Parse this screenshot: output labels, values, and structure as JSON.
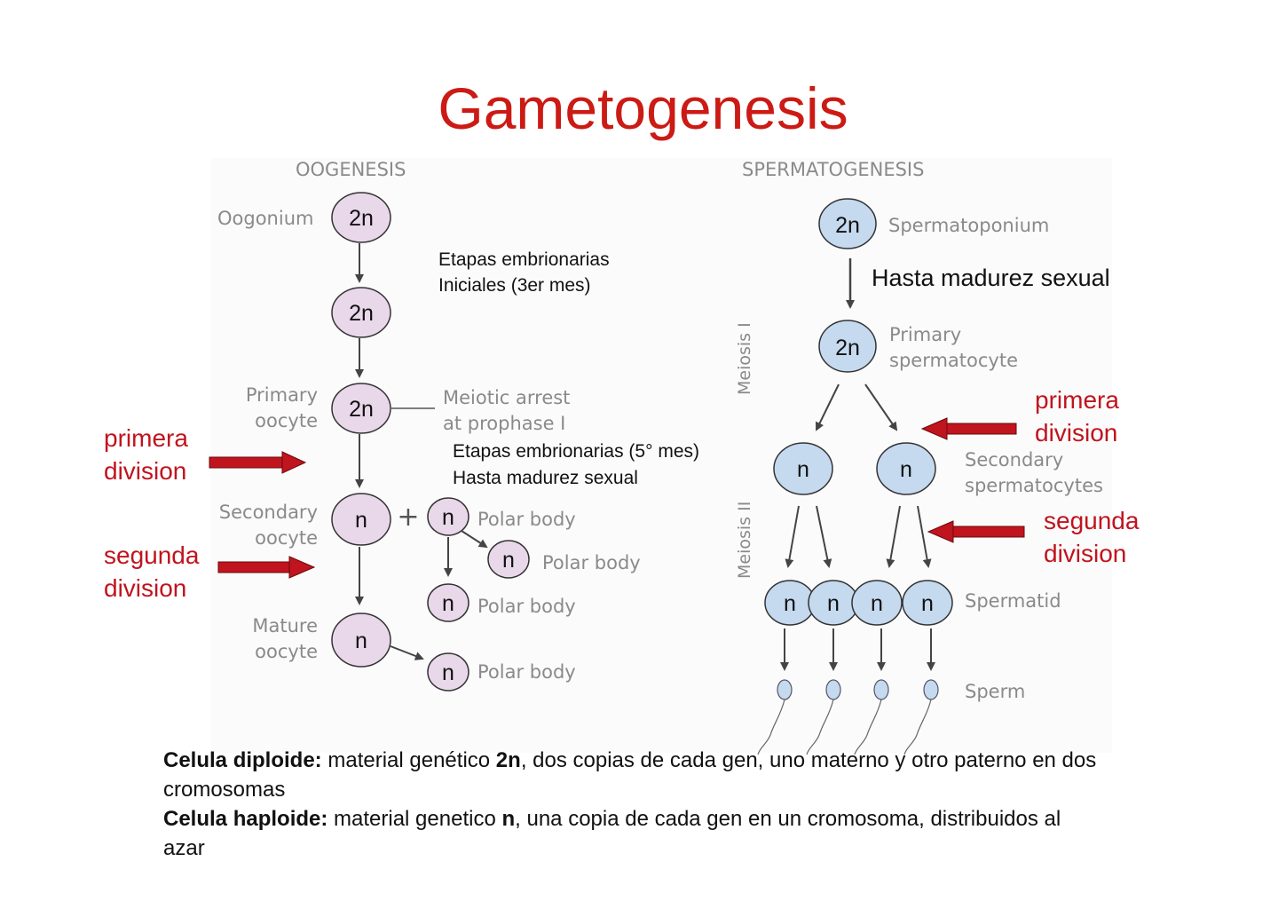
{
  "title": "Gametogenesis",
  "oogenesis": {
    "header": "OOGENESIS",
    "oogonium_label": "Oogonium",
    "primary_oocyte_label": [
      "Primary",
      "oocyte"
    ],
    "meiotic_arrest": [
      "Meiotic arrest",
      "at prophase I"
    ],
    "secondary_oocyte_label": [
      "Secondary",
      "oocyte"
    ],
    "mature_oocyte_label": [
      "Mature",
      "oocyte"
    ],
    "polar_body": "Polar body",
    "plus": "+",
    "note_early": [
      "Etapas embrionarias",
      "Iniciales (3er mes)"
    ],
    "note_fifth": [
      "Etapas embrionarias (5° mes)",
      "Hasta madurez sexual"
    ],
    "primera_division": [
      "primera",
      "division"
    ],
    "segunda_division": [
      "segunda",
      "division"
    ]
  },
  "spermatogenesis": {
    "header": "SPERMATOGENESIS",
    "spermatogonium_label": "Spermatoponium",
    "note_until": "Hasta madurez sexual",
    "primary_label": [
      "Primary",
      "spermatocyte"
    ],
    "secondary_label": [
      "Secondary",
      "spermatocytes"
    ],
    "spermatid_label": "Spermatid",
    "sperm_label": "Sperm",
    "meiosis1": "Meiosis I",
    "meiosis2": "Meiosis II",
    "primera_division": [
      "primera",
      "division"
    ],
    "segunda_division": [
      "segunda",
      "division"
    ]
  },
  "cells": {
    "diploid": "2n",
    "haploid": "n"
  },
  "footer": {
    "diploid_term": "Celula diploide:",
    "diploid_a": " material genético ",
    "diploid_n": "2n",
    "diploid_b": ", dos copias de cada gen, uno materno y otro paterno en dos cromosomas",
    "haploid_term": "Celula haploide:",
    "haploid_a": " material genetico ",
    "haploid_n": "n",
    "haploid_b": ", una copia de cada gen en un cromosoma, distribuidos al azar"
  },
  "colors": {
    "title": "#cc1a14",
    "egg": "#e9d8ea",
    "sperm": "#c5d9ef",
    "arrow_red": "#c0141e"
  }
}
